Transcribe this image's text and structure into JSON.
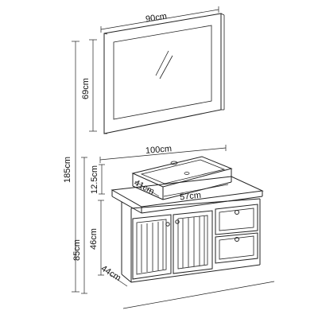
{
  "dimensions": {
    "mirror_width": "90cm",
    "mirror_height": "69cm",
    "total_height": "185cm",
    "cabinet_width": "100cm",
    "basin_height": "12.5cm",
    "basin_depth": "41cm",
    "basin_width": "57cm",
    "cabinet_height": "46cm",
    "floor_height": "85cm",
    "cabinet_depth": "44cm"
  },
  "colors": {
    "line": "#222222",
    "text": "#111111",
    "background": "#ffffff"
  }
}
